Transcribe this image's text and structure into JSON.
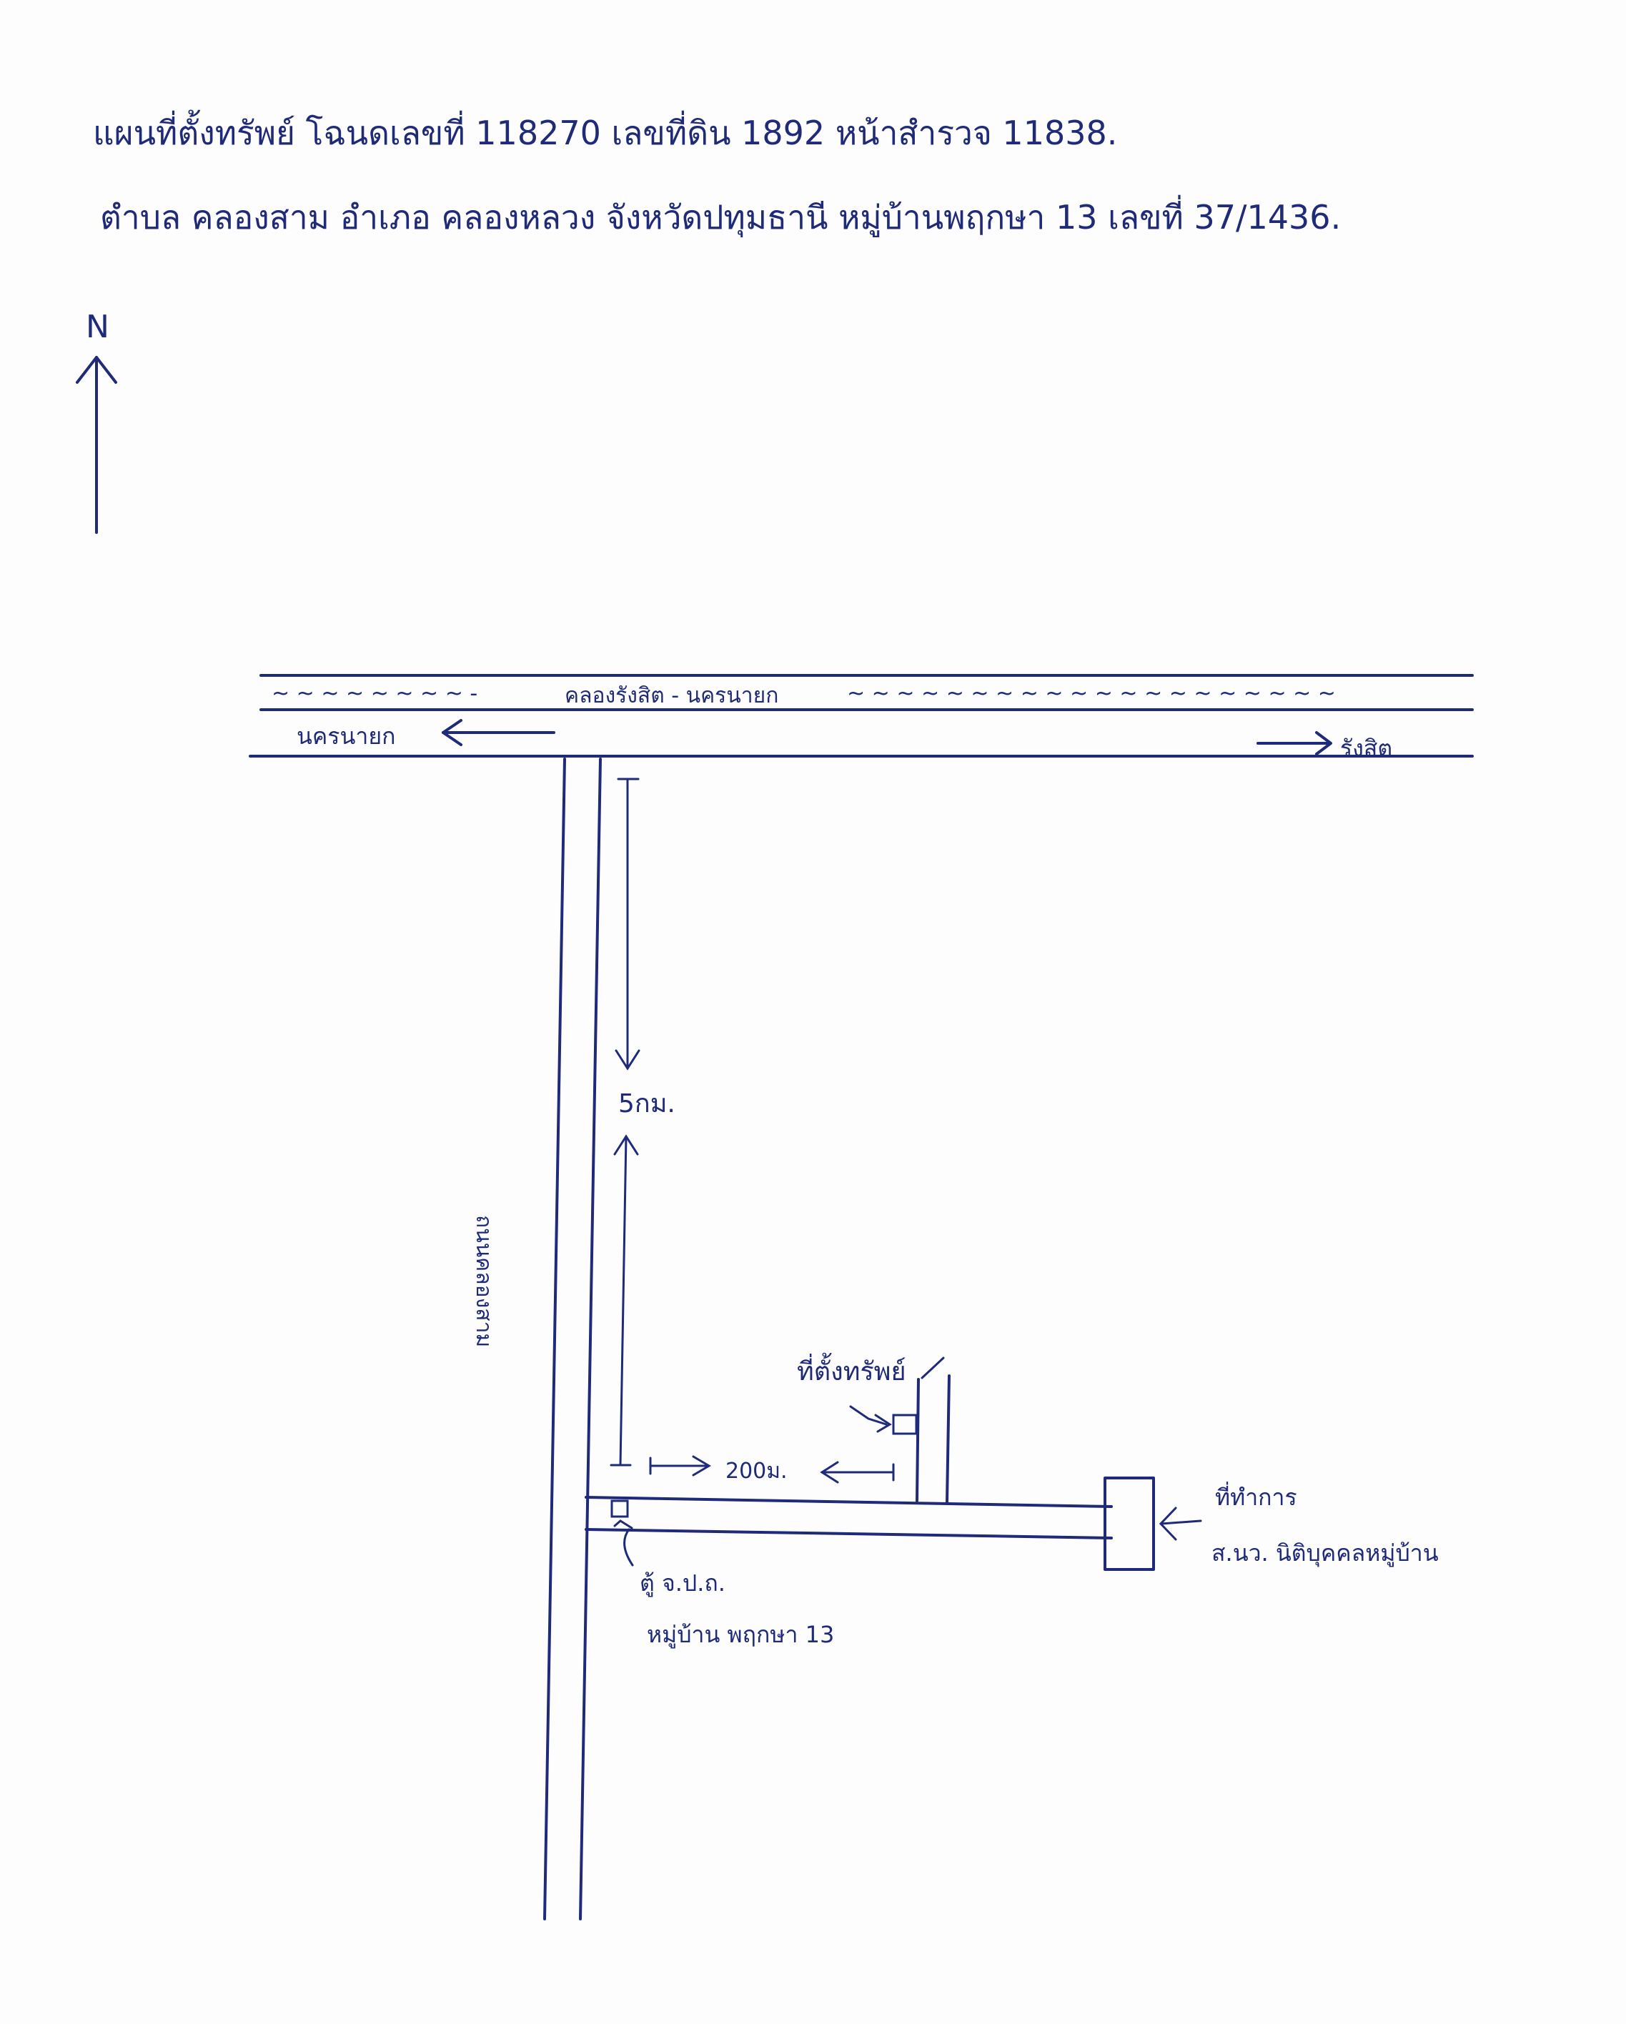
{
  "header": {
    "line1": "แผนที่ตั้งทรัพย์ โฉนดเลขที่ 118270 เลขที่ดิน 1892 หน้าสำรวจ 11838.",
    "line2": "ตำบล คลองสาม อำเภอ คลองหลวง จังหวัดปทุมธานี หมู่บ้านพฤกษา 13 เลขที่ 37/1436."
  },
  "compass": {
    "label": "N"
  },
  "roads": {
    "canal_label": "คลองรังสิต - นครนายก",
    "to_west_label": "นครนายก",
    "to_east_label": "รังสิต",
    "vertical_road_label": "ถนนคลองสาม"
  },
  "distances": {
    "main_distance": "5กม.",
    "side_distance": "200ม."
  },
  "places": {
    "property_label": "ที่ตั้งทรัพย์",
    "office_label_1": "ที่ทำการ",
    "office_label_2": "ส.นว. นิติบุคคลหมู่บ้าน",
    "booth_label_1": "ตู้ จ.ป.ถ.",
    "booth_label_2": "หมู่บ้าน พฤกษา 13"
  },
  "colors": {
    "ink": "#1f2a78",
    "paper": "#fdfdfd"
  }
}
